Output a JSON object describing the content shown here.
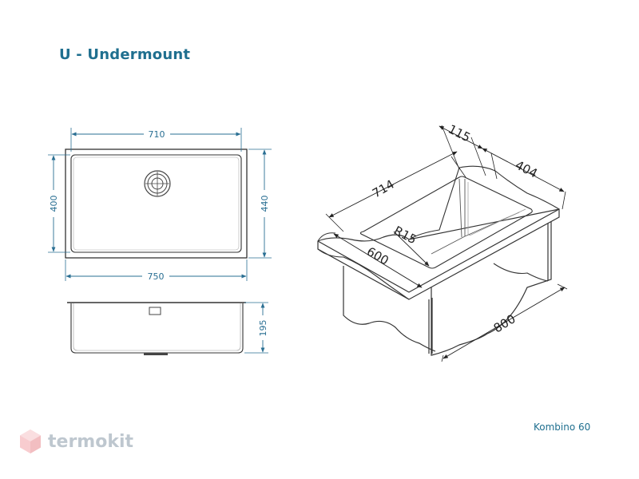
{
  "title": "U - Undermount",
  "caption": "Kombino 60",
  "brand": {
    "name": "termokit",
    "logo_icon": "hexagon-cube-icon"
  },
  "plan_view": {
    "top_width": "710",
    "bottom_width": "750",
    "left_height": "400",
    "right_height": "440"
  },
  "section_view": {
    "depth": "195"
  },
  "isometric_view": {
    "dim_115": "115",
    "dim_404": "404",
    "dim_714": "714",
    "dim_600": "600",
    "radius": "R15",
    "dim_800": "800"
  },
  "colors": {
    "dimension": "#2a6f93",
    "title": "#1f6f8f",
    "outline": "#333333"
  }
}
